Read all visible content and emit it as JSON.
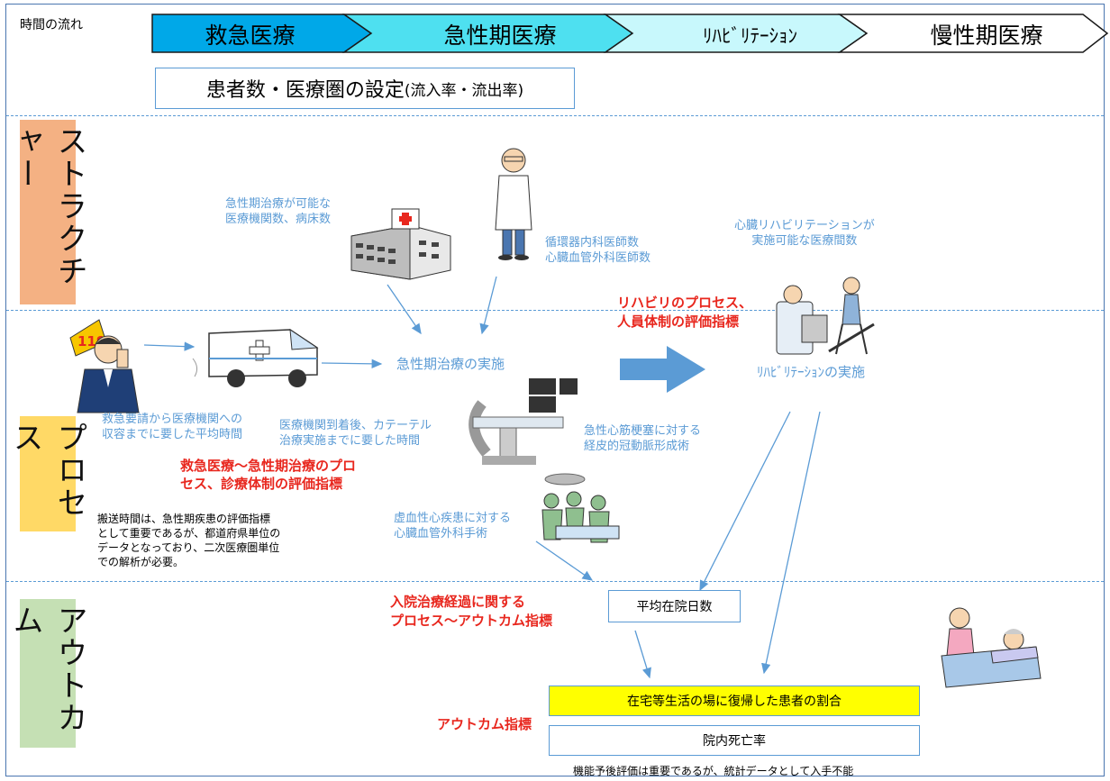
{
  "header": {
    "time_label": "時間の流れ",
    "stages": [
      "救急医療",
      "急性期医療",
      "ﾘﾊﾋﾞﾘﾃｰｼｮﾝ",
      "慢性期医療"
    ],
    "patient_box_main": "患者数・医療圏の設定",
    "patient_box_sub": "(流入率・流出率)"
  },
  "sections": {
    "structure": "ストラクチャー",
    "process": "プロセス",
    "outcome": "アウトカム"
  },
  "structure": {
    "acute_facilities": "急性期治療が可能な\n医療機関数、病床数",
    "doctors": "循環器内科医師数\n心臓血管外科医師数",
    "rehab_facilities": "心臓リハビリテーションが\n実施可能な医療間数"
  },
  "process": {
    "rehab_process_indicator": "リハビリのプロセス、\n人員体制の評価指標",
    "acute_treatment": "急性期治療の実施",
    "rehab_implementation": "ﾘﾊﾋﾞﾘﾃｰｼｮﾝの実施",
    "emergency_time": "救急要請から医療機関への\n収容までに要した平均時間",
    "catheter_time": "医療機関到着後、カテーテル\n治療実施までに要した時間",
    "pci": "急性心筋梗塞に対する\n経皮的冠動脈形成術",
    "emergency_indicator": "救急医療～急性期治療のプロ\nセス、診療体制の評価指標",
    "transport_note": "搬送時間は、急性期疾患の評価指標\nとして重要であるが、都道府県単位の\nデータとなっており、二次医療圏単位\nでの解析が必要。",
    "cardiac_surgery": "虚血性心疾患に対する\n心臓血管外科手術"
  },
  "outcome": {
    "hospitalization_indicator": "入院治療経過に関する\nプロセス～アウトカム指標",
    "avg_stay": "平均在院日数",
    "home_return": "在宅等生活の場に復帰した患者の割合",
    "outcome_indicator": "アウトカム指標",
    "mortality": "院内死亡率",
    "function_note": "機能予後評価は重要であるが、統計データとして入手不能"
  },
  "colors": {
    "stage1": "#00a8e8",
    "stage2": "#4ee0f0",
    "stage3": "#c8f8fc",
    "stage4": "#ffffff",
    "structure_bg": "#f4b183",
    "process_bg": "#ffd966",
    "outcome_bg": "#c5e0b4",
    "highlight": "#ffff00",
    "arrow": "#5b9bd5"
  },
  "icons": [
    "phone-caller-icon",
    "ambulance-icon",
    "hospital-icon",
    "doctor-icon",
    "catheter-lab-icon",
    "surgery-icon",
    "rehab-icon",
    "care-icon"
  ]
}
